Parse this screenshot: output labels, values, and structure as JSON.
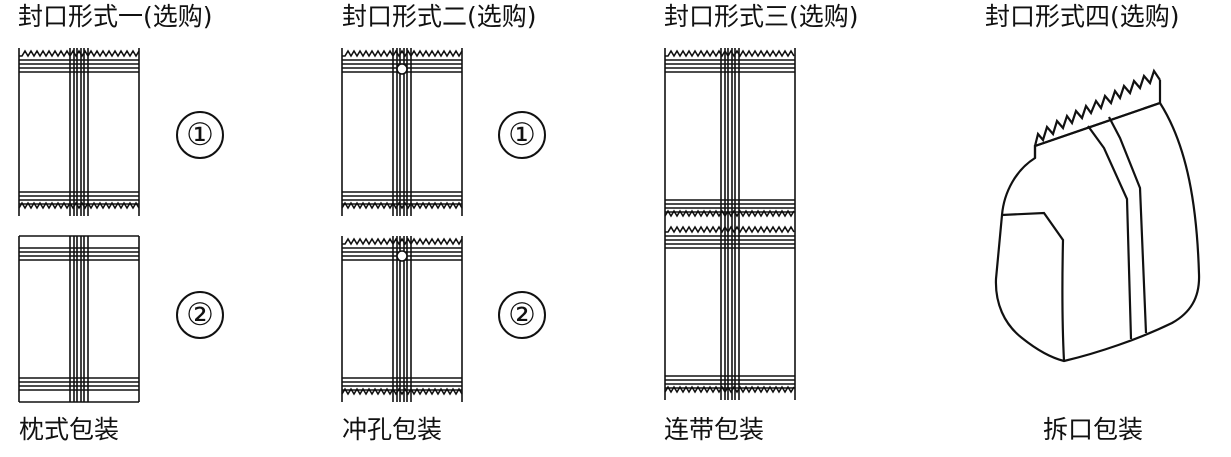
{
  "styles": [
    {
      "title": "封口形式一(选购)",
      "caption": "枕式包装",
      "numbers": [
        "①",
        "②"
      ]
    },
    {
      "title": "封口形式二(选购)",
      "caption": "冲孔包装",
      "numbers": [
        "①",
        "②"
      ]
    },
    {
      "title": "封口形式三(选购)",
      "caption": "连带包装",
      "numbers": []
    },
    {
      "title": "封口形式四(选购)",
      "caption": "拆口包装",
      "numbers": []
    }
  ],
  "colors": {
    "ink": "#111111",
    "background": "#ffffff"
  }
}
